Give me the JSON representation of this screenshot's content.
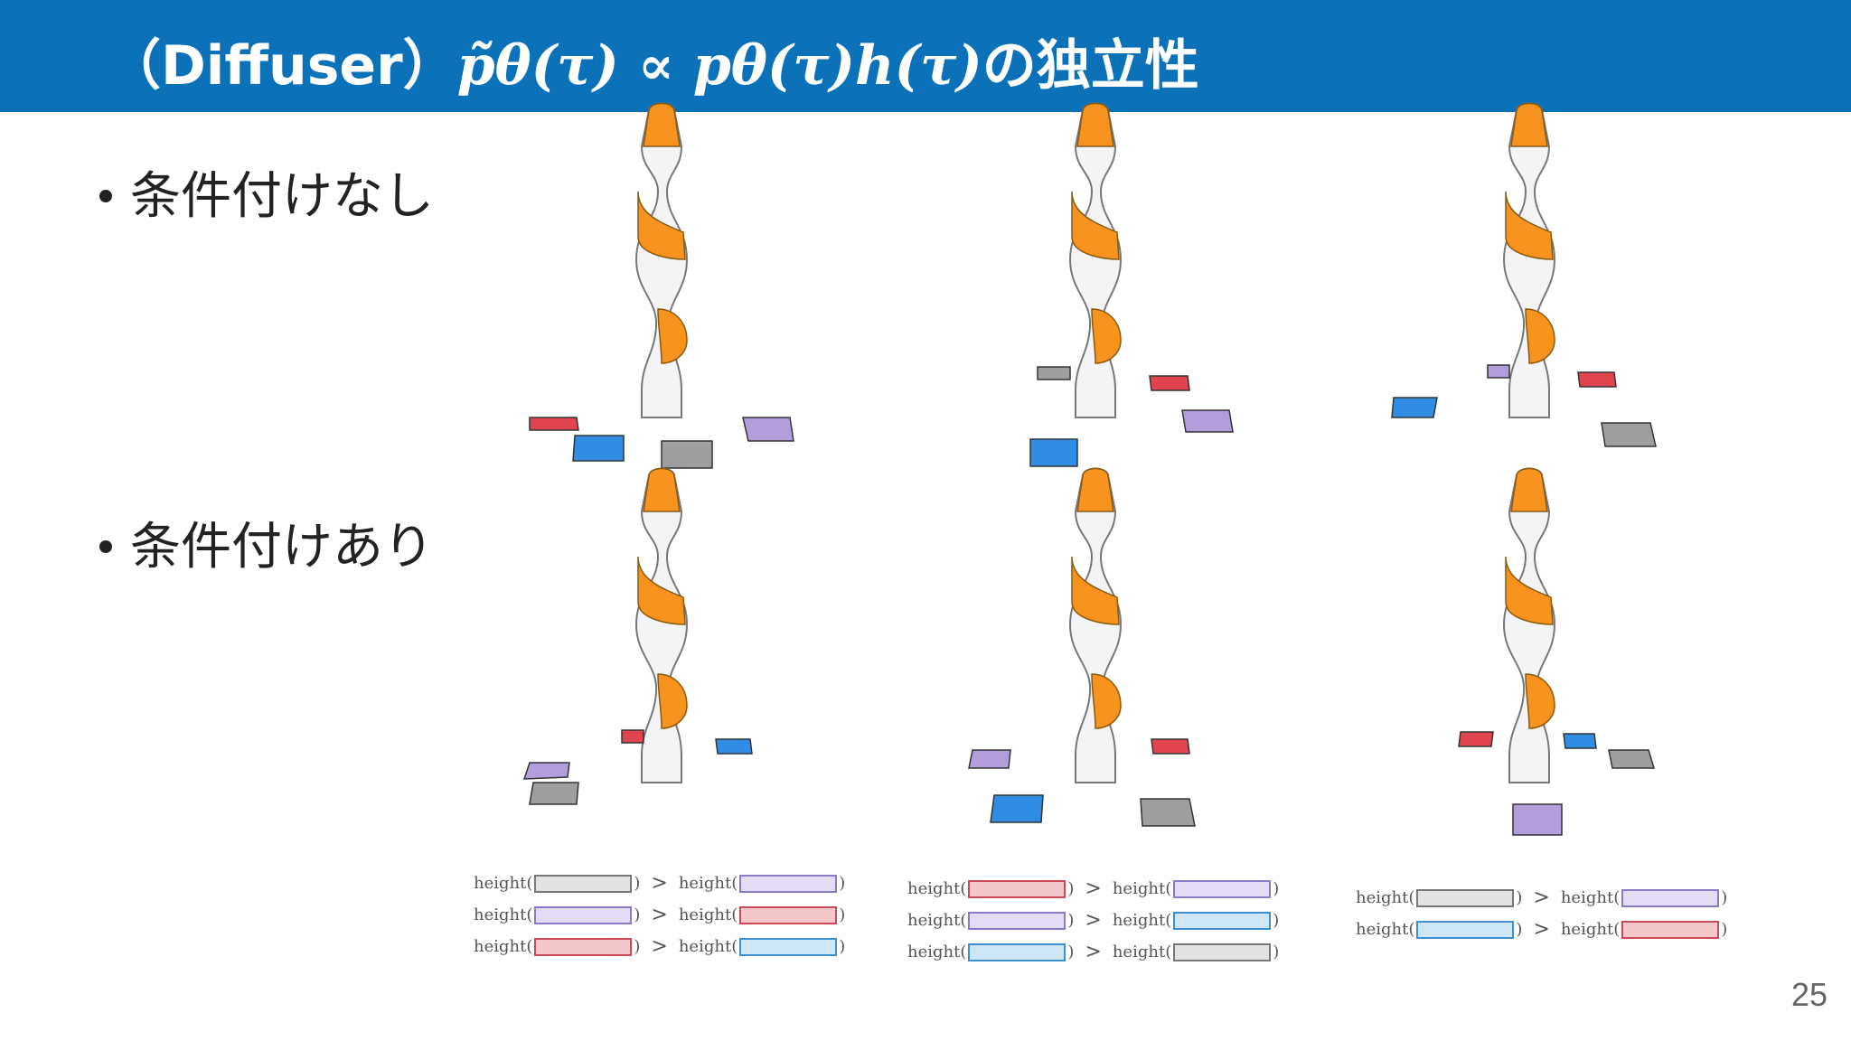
{
  "slide": {
    "title_prefix": "（Diffuser）",
    "title_math": "p̃θ(τ) ∝ pθ(τ)h(τ)",
    "title_suffix": "の独立性",
    "bullet_unconditioned": "条件付けなし",
    "bullet_conditioned": "条件付けあり",
    "page_number": "25"
  },
  "colors": {
    "header": "#0b72b9",
    "orange": "#f7931e",
    "red": "#e0454f",
    "blue": "#2f8de4",
    "purple": "#b39ddb",
    "gray": "#9e9e9e"
  },
  "conditions": {
    "word": "height(",
    "close": ")",
    "op": ">",
    "panel1": [
      [
        "gray",
        "purple"
      ],
      [
        "purple",
        "red"
      ],
      [
        "red",
        "blue"
      ]
    ],
    "panel2": [
      [
        "red",
        "purple"
      ],
      [
        "purple",
        "blue"
      ],
      [
        "blue",
        "gray"
      ]
    ],
    "panel3": [
      [
        "gray",
        "purple"
      ],
      [
        "blue",
        "red"
      ]
    ]
  }
}
